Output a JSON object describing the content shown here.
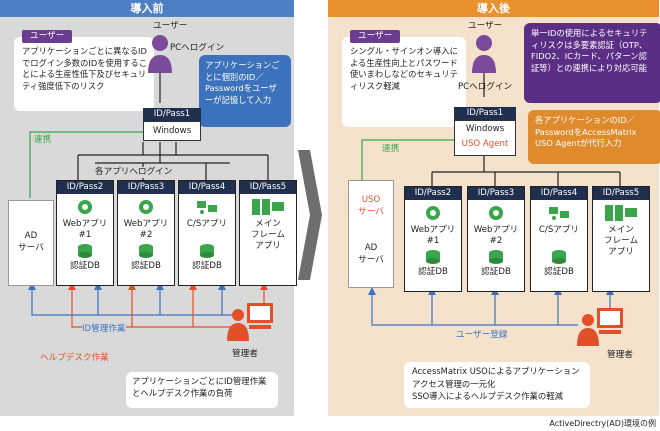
{
  "before": {
    "header": "導入前",
    "user_label": "ユーザー",
    "pc_login": "PCへログイン",
    "user_callout": {
      "title": "ユーザー",
      "text": "アプリケーションごとに異なるIDでログイン多数のIDを使用することによる生産性低下及びセキュリティ強度低下のリスク"
    },
    "blue_callout": "アプリケーションごとに個別のID／Passwordをユーザーが記憶して入力",
    "pc": {
      "id": "ID/Pass1",
      "os": "Windows"
    },
    "renkei": "連携",
    "app_login": "各アプリへログイン",
    "ad_server": [
      "AD",
      "サーバ"
    ],
    "apps": [
      {
        "id": "ID/Pass2",
        "lines": [
          "Webアプリ",
          "#1"
        ],
        "db": "認証DB"
      },
      {
        "id": "ID/Pass3",
        "lines": [
          "Webアプリ",
          "#2"
        ],
        "db": "認証DB"
      },
      {
        "id": "ID/Pass4",
        "lines": [
          "C/Sアプリ"
        ],
        "db": "認証DB"
      },
      {
        "id": "ID/Pass5",
        "lines": [
          "メイン",
          "フレーム",
          "アプリ"
        ],
        "db": ""
      }
    ],
    "id_mgmt": "ID管理作業",
    "helpdesk": "ヘルプデスク作業",
    "admin": "管理者",
    "bottom_note": "アプリケーションごとにID管理作業とヘルプデスク作業の負荷"
  },
  "after": {
    "header": "導入後",
    "user_label": "ユーザー",
    "pc_login": "PCへログイン",
    "user_callout": {
      "title": "ユーザー",
      "text": "シングル・サインオン導入による生産性向上とパスワード使いまわしなどのセキュリティリスク軽減"
    },
    "purple_callout": "単一IDの使用によるセキュリティリスクは多要素認証（OTP、FIDO2、ICカード、パターン認証等）との連携により対応可能",
    "orange_callout": "各アプリケーションのID／PasswordをAccessMatrix USO Agentが代行入力",
    "pc": {
      "id": "ID/Pass1",
      "os": "Windows",
      "agent": "USO Agent"
    },
    "renkei": "連携",
    "uso_server": [
      "USO",
      "サーバ"
    ],
    "ad_server": [
      "AD",
      "サーバ"
    ],
    "apps": [
      {
        "id": "ID/Pass2",
        "lines": [
          "Webアプリ",
          "#1"
        ],
        "db": "認証DB"
      },
      {
        "id": "ID/Pass3",
        "lines": [
          "Webアプリ",
          "#2"
        ],
        "db": "認証DB"
      },
      {
        "id": "ID/Pass4",
        "lines": [
          "C/Sアプリ"
        ],
        "db": "認証DB"
      },
      {
        "id": "ID/Pass5",
        "lines": [
          "メイン",
          "フレーム",
          "アプリ"
        ],
        "db": ""
      }
    ],
    "user_reg": "ユーザー登録",
    "admin": "管理者",
    "bottom_note": [
      "AccessMatrix USOによるアプリケーション",
      "アクセス管理の一元化",
      "SSO導入によるヘルプデスク作業の軽減"
    ]
  },
  "footnote": "ActiveDirectry(AD)環境の例",
  "colors": {
    "blue": "#3c72bb",
    "orange": "#e08a2e",
    "purple": "#5b2e86",
    "red": "#e2502a",
    "green": "#3aa54a",
    "navy": "#1f2f4d"
  }
}
